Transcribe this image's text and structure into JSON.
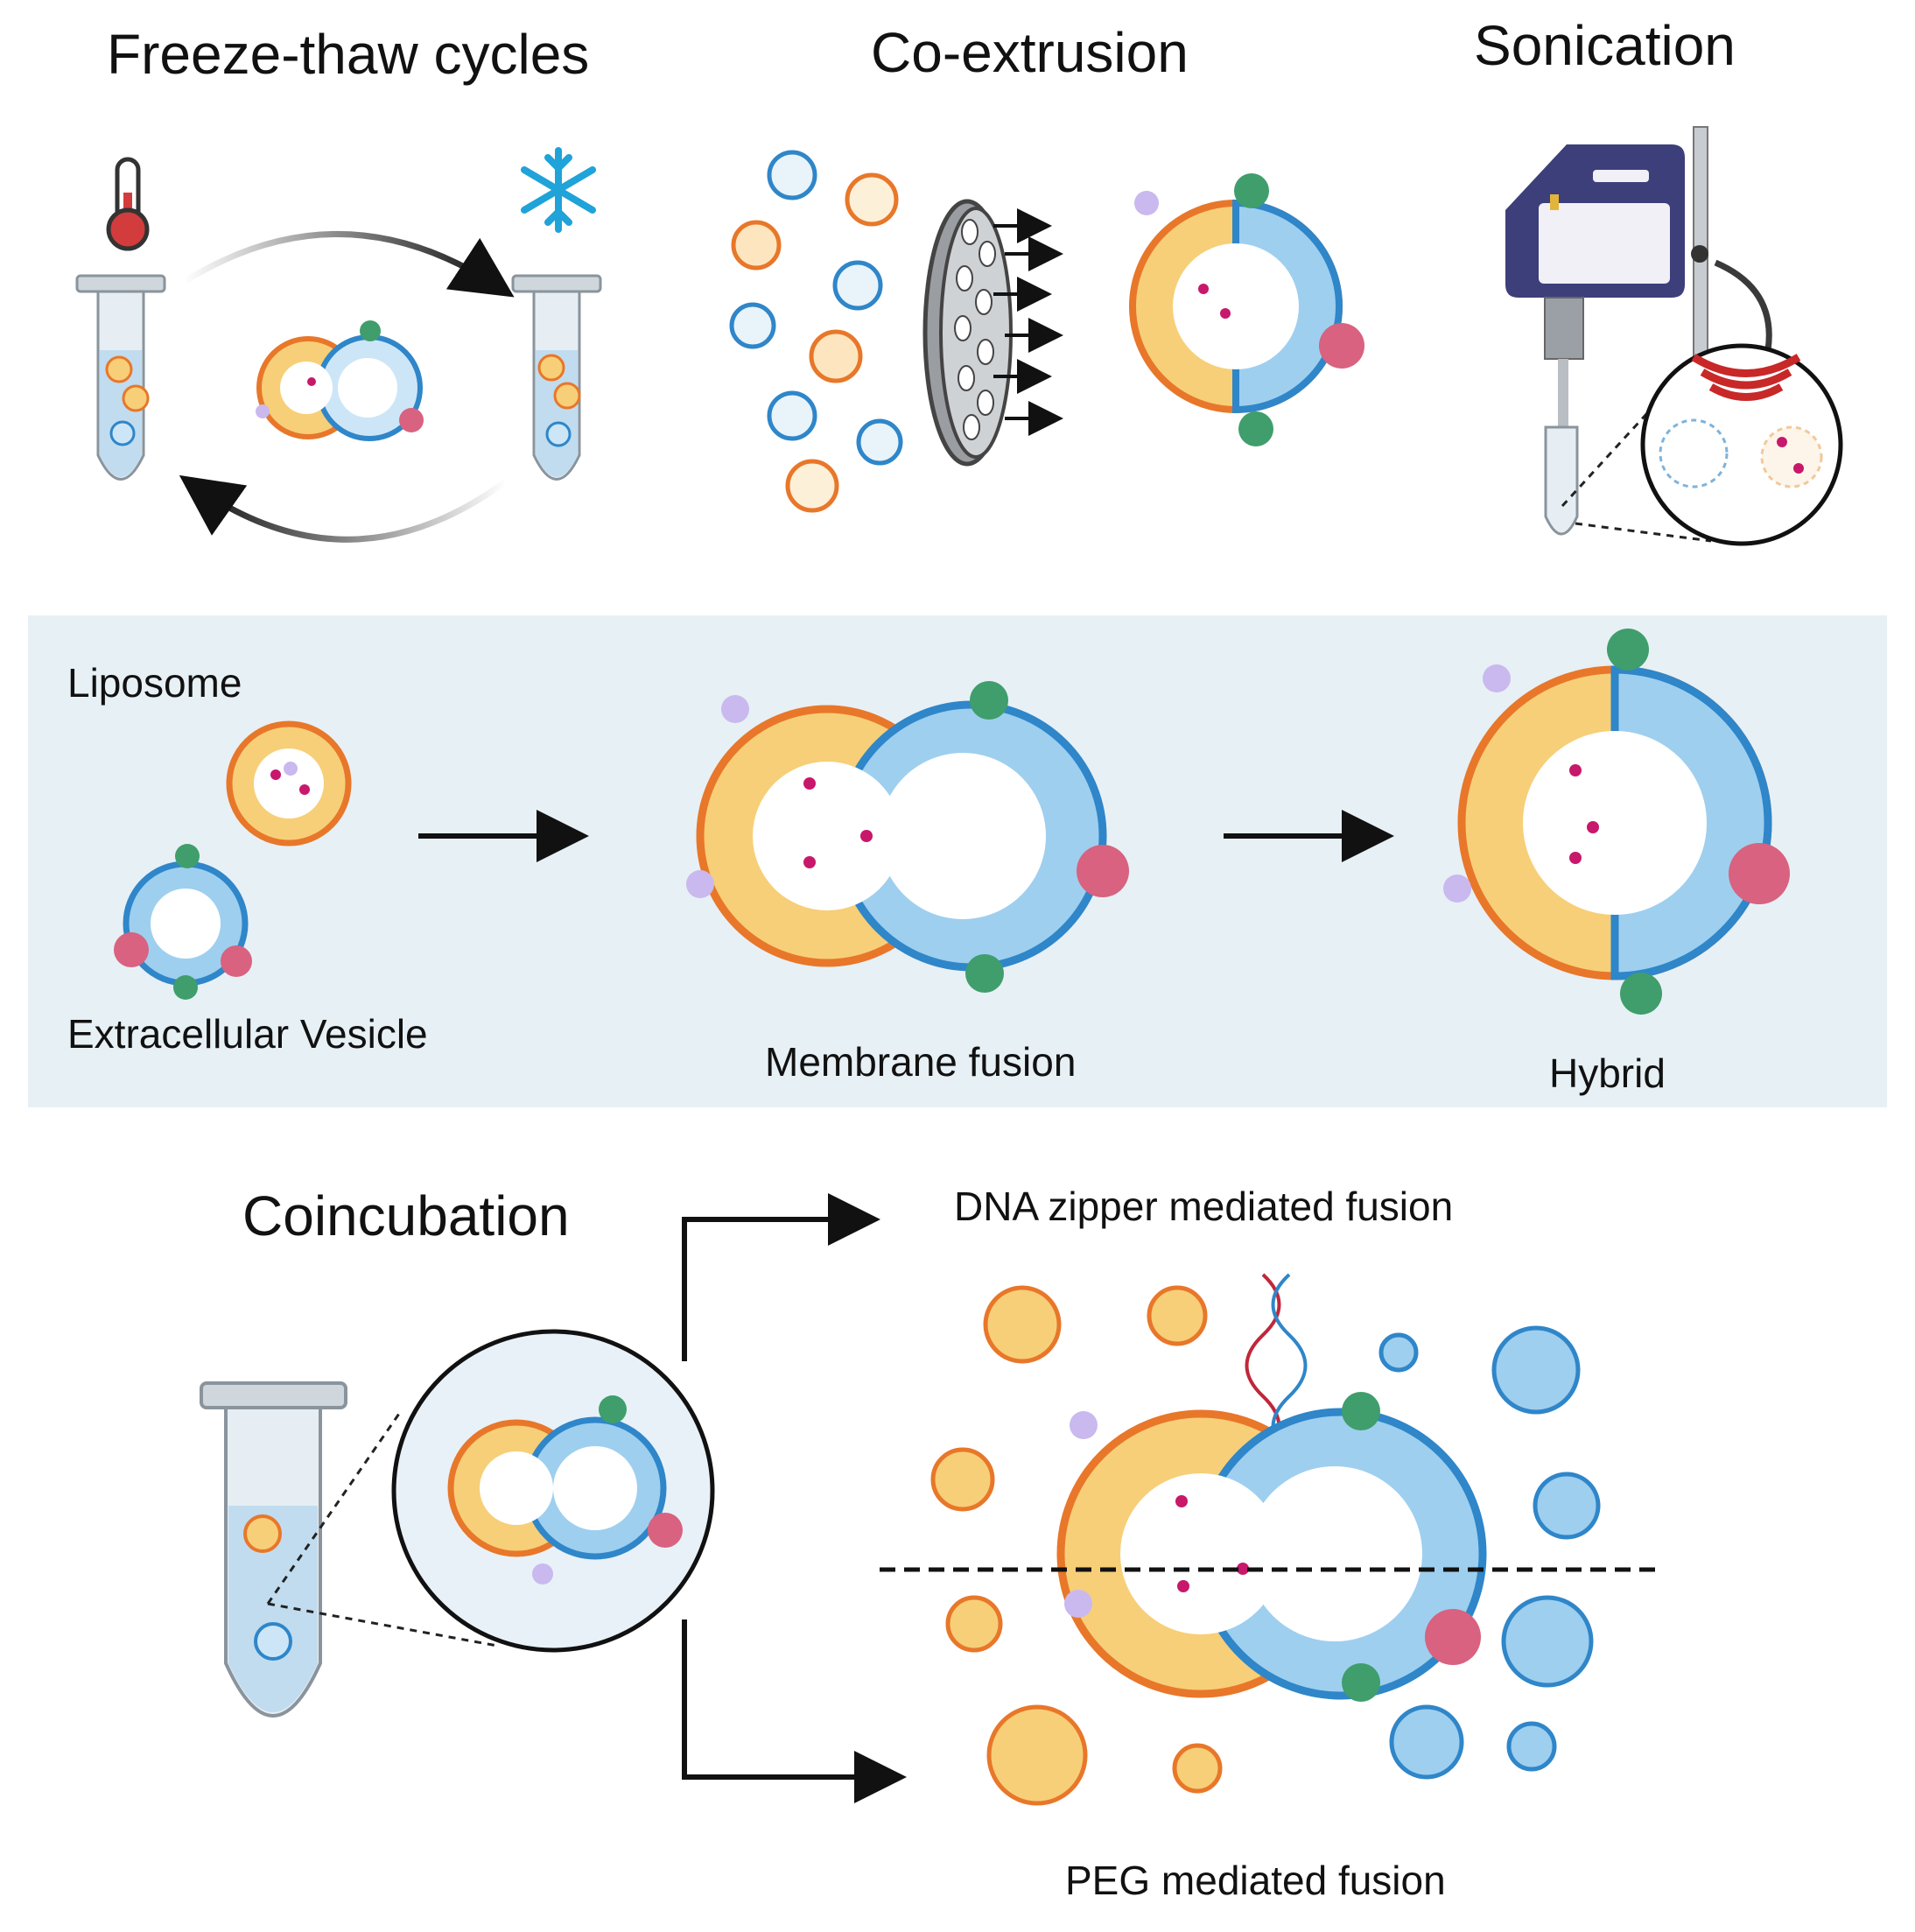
{
  "colors": {
    "liposome_head": "#e8772a",
    "liposome_tail": "#f7cf78",
    "ev_head": "#2f86c9",
    "ev_tail": "#9ecfef",
    "antibody": "#4fa58a",
    "green_protein": "#3f9e6c",
    "pink_protein": "#d8627f",
    "lilac": "#c9b9ef",
    "magenta": "#c7186c",
    "band_bg": "#e7f0f5",
    "arrow": "#111111",
    "sonic_waves": "#c82828",
    "device": "#3d3f7a",
    "thermometer": "#d23c3c",
    "snowflake": "#1fa3d8"
  },
  "icons": [
    "thermometer-icon",
    "snowflake-icon",
    "sonication-probe-icon",
    "tube-icon",
    "membrane-filter-icon",
    "dna-helix-icon"
  ],
  "top": {
    "freeze_thaw": {
      "title": "Freeze-thaw cycles"
    },
    "co_extrusion": {
      "title": "Co-extrusion"
    },
    "sonication": {
      "title": "Sonication"
    }
  },
  "band": {
    "liposome_label": "Liposome",
    "ev_label": "Extracellular Vesicle",
    "fusion_label": "Membrane fusion",
    "hybrid_label": "Hybrid"
  },
  "bottom": {
    "coincubation": {
      "title": "Coincubation"
    },
    "dna_zipper": {
      "label": "DNA zipper mediated fusion"
    },
    "peg": {
      "label": "PEG mediated fusion"
    }
  }
}
